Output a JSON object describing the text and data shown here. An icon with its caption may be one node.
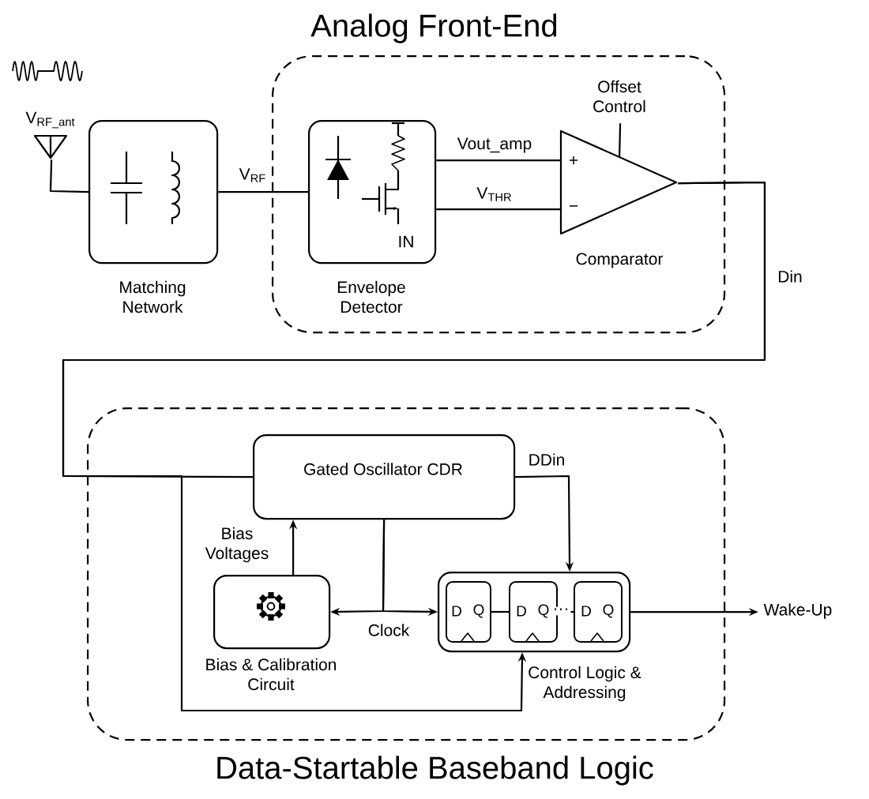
{
  "diagram": {
    "nodes": [
      {
        "text": [
          "Analog Front-End"
        ]
      },
      {
        "text": [],
        "shape": "antenna",
        "beside": [
          "V$_{RF_ant}$"
        ]
      },
      {
        "text": [
          "Matching Network"
        ]
      },
      {
        "text": [
          "IN",
          "Envelope Detector"
        ],
        "in": 0
      },
      {
        "text": [
          "+",
          "−",
          "Comparator"
        ],
        "in": 0
      },
      {
        "text": [
          "Offset Control"
        ],
        "in": 0
      },
      {
        "text": [
          "Data-Startable Baseband Logic"
        ]
      },
      {
        "text": [
          "Gated Oscillator CDR"
        ],
        "in": 6
      },
      {
        "text": [
          "Bias & Calibration Circuit"
        ],
        "in": 6
      },
      {
        "text": [
          "Control Logic & Addressing"
        ],
        "in": 6
      },
      {
        "text": [
          "D",
          "Q"
        ],
        "in": 9
      },
      {
        "text": [
          "D",
          "Q"
        ],
        "in": 9
      },
      {
        "text": [
          "D",
          "Q"
        ],
        "in": 9
      },
      {
        "text": [
          "Wake-Up"
        ]
      }
    ],
    "edges": [
      {
        "from": 1,
        "to": 2,
        "arrow": "none"
      },
      {
        "from": 2,
        "to": 3,
        "arrow": "none",
        "label": "V$_{RF}$"
      },
      {
        "from": 3,
        "to": 4,
        "arrow": "none",
        "label": "Vout_amp"
      },
      {
        "from": 3,
        "to": 4,
        "arrow": "none",
        "label": "V$_{THR}$"
      },
      {
        "from": 5,
        "to": 4,
        "arrow": "none"
      },
      {
        "from": 4,
        "to": 7,
        "arrow": "none",
        "label": "Din"
      },
      {
        "from": 4,
        "to": 9,
        "arrow": "to"
      },
      {
        "from": 7,
        "to": 9,
        "arrow": "to",
        "label": "DDin"
      },
      {
        "from": 8,
        "to": 7,
        "arrow": "to",
        "label": "Bias Voltages"
      },
      {
        "from": 7,
        "to": 8,
        "arrow": "to"
      },
      {
        "from": 7,
        "to": 9,
        "arrow": "to",
        "label": "Clock"
      },
      {
        "from": 9,
        "to": 13,
        "arrow": "to"
      },
      {
        "from": 10,
        "to": 11,
        "arrow": "none"
      },
      {
        "from": 11,
        "to": 12,
        "arrow": "none",
        "label": "···"
      }
    ]
  }
}
